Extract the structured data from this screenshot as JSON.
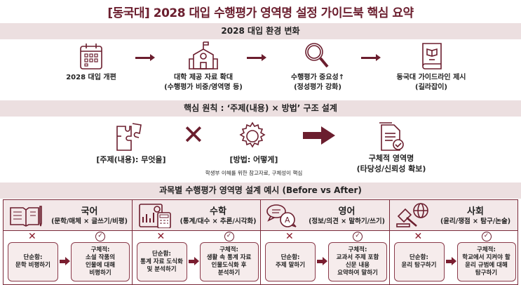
{
  "title": "[동국대] 2028 대입 수행평가 영역명 설정 가이드북 핵심 요약",
  "section1": {
    "heading": "2028 대입 환경 변화",
    "steps": [
      {
        "icon": "calendar-icon",
        "label": "2028 대입 개편",
        "sub": ""
      },
      {
        "icon": "school-building-icon",
        "label": "대학 제공 자료 확대",
        "sub": "(수행평가 비중/영역명 등)"
      },
      {
        "icon": "magnifier-icon",
        "label": "수행평가 중요성↑",
        "sub": "(정성평가 강화)"
      },
      {
        "icon": "guidebook-icon",
        "label": "동국대 가이드라인 제시",
        "sub": "(길라잡이)"
      }
    ]
  },
  "section2": {
    "heading": "핵심 원칙 : ‘주제(내용) × 방법’ 구조 설계",
    "topic": "[주제(내용): 무엇을]",
    "method": "[방법: 어떻게]",
    "result": "구체적 영역명",
    "result_sub": "(타당성/신뢰성 확보)",
    "note": "학생부 이해를 위한 참고자료, 구체성이 핵심"
  },
  "section3": {
    "heading": "과목별 수행평가 영역명 설계 예시 (Before vs After)",
    "subjects": [
      {
        "name": "국어",
        "desc": "(문학/매체 × 글쓰기/비평)",
        "before": "단순함:\n문학 비평하기",
        "after": "구체적:\n소설 작품의\n인물에 대해\n비평하기"
      },
      {
        "name": "수학",
        "desc": "(통계/대수 × 추론/시각화)",
        "before": "단순함:\n통계 자료 도식화\n및 분석하기",
        "after": "구체적:\n생활 속 통계 자료\n인물도식화 후\n분석하기"
      },
      {
        "name": "영어",
        "desc": "(정보/의견 × 말하기/쓰기)",
        "before": "단순함:\n주제 말하기",
        "after": "구체적:\n교과서 주제 포함\n신문 내용\n요약하여 말하기"
      },
      {
        "name": "사회",
        "desc": "(윤리/쟁점 × 탐구/논술)",
        "before": "단순함:\n윤리 탐구하기",
        "after": "구체적:\n학교에서 지켜야 할\n윤리 규범에 대해\n탐구하기"
      }
    ]
  },
  "colors": {
    "accent": "#6b1e2e",
    "band": "#ecdfe0",
    "card": "#f6ecec"
  }
}
